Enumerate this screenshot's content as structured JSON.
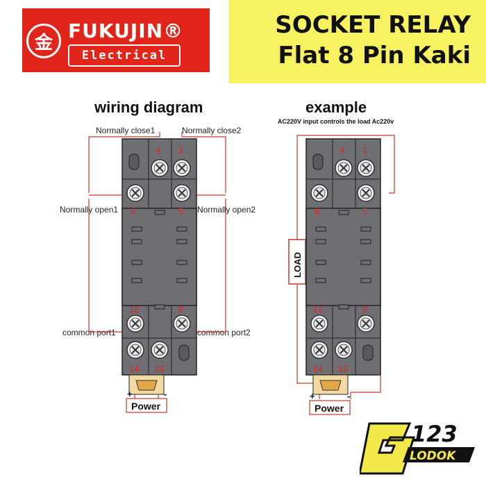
{
  "brand": {
    "seal": "金",
    "name": "FUKUJIN®",
    "sub": "Electrical"
  },
  "product": {
    "title_line1": "SOCKET RELAY",
    "title_line2": "Flat 8 Pin Kaki"
  },
  "wiring": {
    "heading": "wiring diagram",
    "labels": {
      "nc1": "Normally close1",
      "nc2": "Normally close2",
      "no1": "Normally open1",
      "no2": "Normally open2",
      "com1": "common port1",
      "com2": "common port2",
      "power": "Power",
      "plus": "+",
      "minus": "-"
    },
    "pins": [
      "4",
      "1",
      "8",
      "5",
      "12",
      "9",
      "14",
      "13"
    ]
  },
  "example": {
    "heading": "example",
    "subheading": "AC220V input controls the load Ac220v",
    "load": "LOAD",
    "power": "Power",
    "plus": "+",
    "minus": "-",
    "pins": [
      "4",
      "1",
      "8",
      "5",
      "12",
      "9",
      "14",
      "13"
    ]
  },
  "logo": {
    "big": "123",
    "small": "LODOK",
    "letter": "G"
  },
  "colors": {
    "accent_red": "#e1251b",
    "yellow": "#f7f262",
    "socket_gray": "#6e6e73"
  }
}
